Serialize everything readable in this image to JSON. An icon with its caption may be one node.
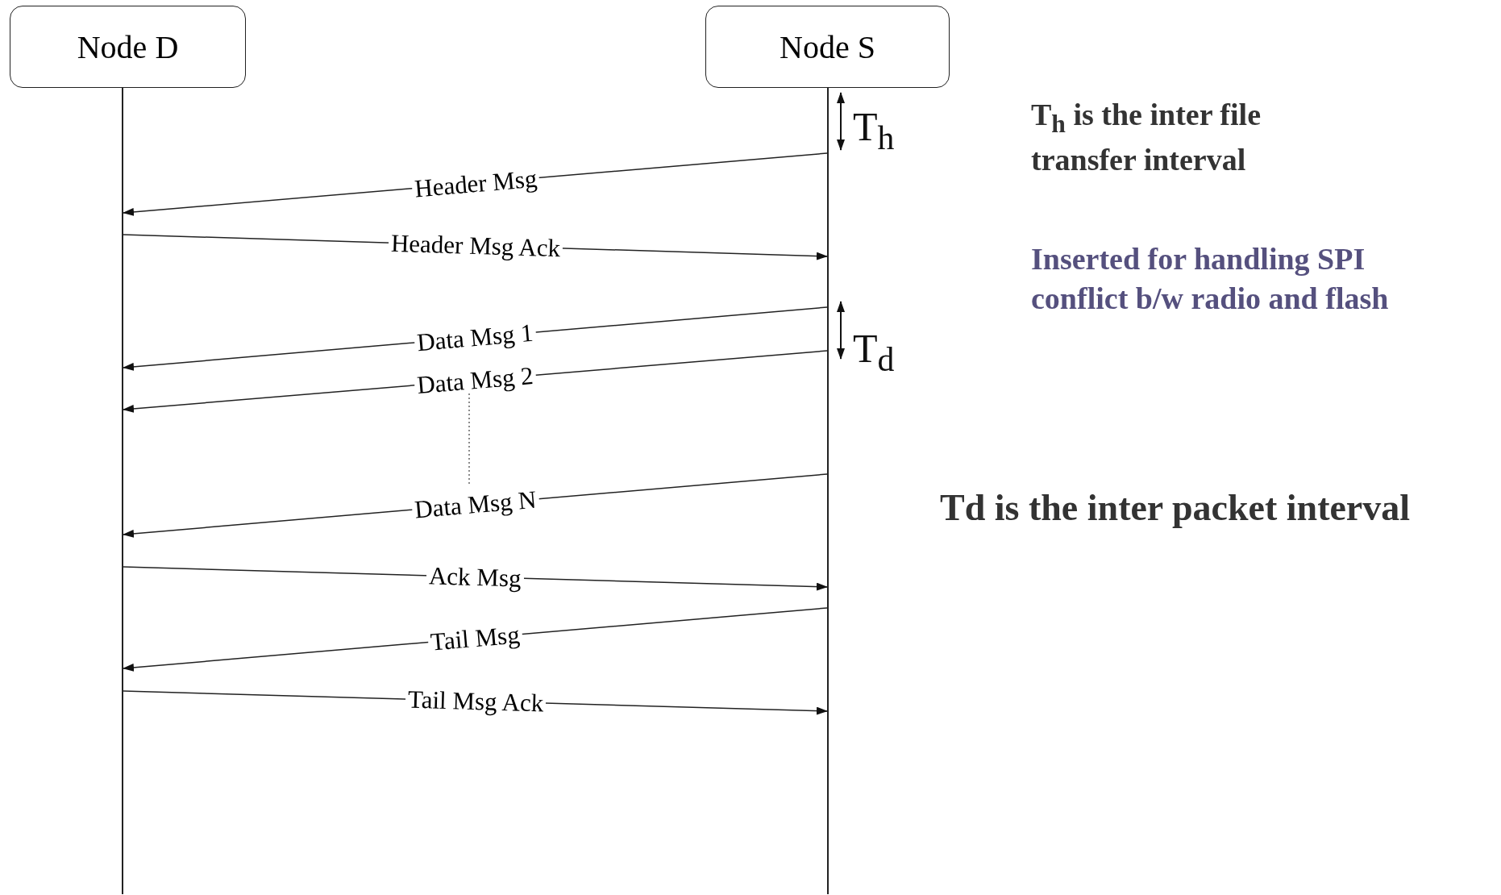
{
  "diagram": {
    "nodes": [
      {
        "text": [
          "Node D"
        ]
      },
      {
        "text": [
          "Node S"
        ]
      },
      {
        "text": [],
        "shape": "line"
      },
      {
        "text": [],
        "shape": "line"
      }
    ],
    "edges": [
      {
        "from": 3,
        "to": 2,
        "arrow": "to",
        "label": "Header Msg"
      },
      {
        "from": 2,
        "to": 3,
        "arrow": "to",
        "label": "Header Msg Ack"
      },
      {
        "from": 3,
        "to": 2,
        "arrow": "to",
        "label": "Data Msg 1"
      },
      {
        "from": 3,
        "to": 2,
        "arrow": "to",
        "label": "Data Msg 2"
      },
      {
        "from": 3,
        "to": 2,
        "arrow": "to",
        "label": "Data Msg N"
      },
      {
        "from": 2,
        "to": 3,
        "arrow": "to",
        "label": "Ack Msg"
      },
      {
        "from": 3,
        "to": 2,
        "arrow": "to",
        "label": "Tail Msg"
      },
      {
        "from": 2,
        "to": 3,
        "arrow": "to",
        "label": "Tail Msg Ack"
      }
    ],
    "labels": [
      "T$_{h}$",
      "T$_{h}$ is the inter file transfer interval",
      "Inserted for handling SPI conflict b/w radio and flash",
      "T$_{d}$",
      "Td is the inter packet interval"
    ]
  }
}
